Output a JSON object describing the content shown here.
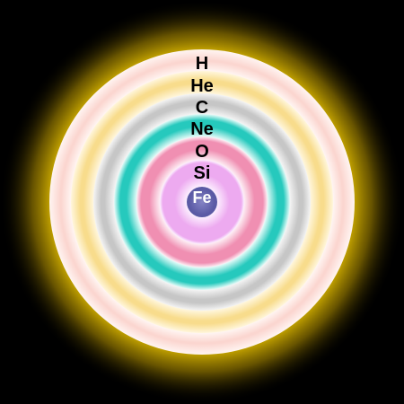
{
  "diagram": {
    "glow_color": "#e8c200",
    "background_color": "#000000",
    "layers": [
      {
        "element": "H",
        "color": "#fbd6d0",
        "highlight": "#fff5f2"
      },
      {
        "element": "He",
        "color": "#f8dc8c",
        "highlight": "#fff6dc"
      },
      {
        "element": "C",
        "color": "#c6c6c6",
        "highlight": "#f4f4f4"
      },
      {
        "element": "Ne",
        "color": "#26c9bd",
        "highlight": "#e4fbf8"
      },
      {
        "element": "O",
        "color": "#f08fb2",
        "highlight": "#fdeef4"
      },
      {
        "element": "Si",
        "color": "#edaaf0",
        "highlight": "#fcefff"
      },
      {
        "element": "Fe",
        "color": "#5b5aa5",
        "highlight": "#8483c4"
      }
    ]
  }
}
